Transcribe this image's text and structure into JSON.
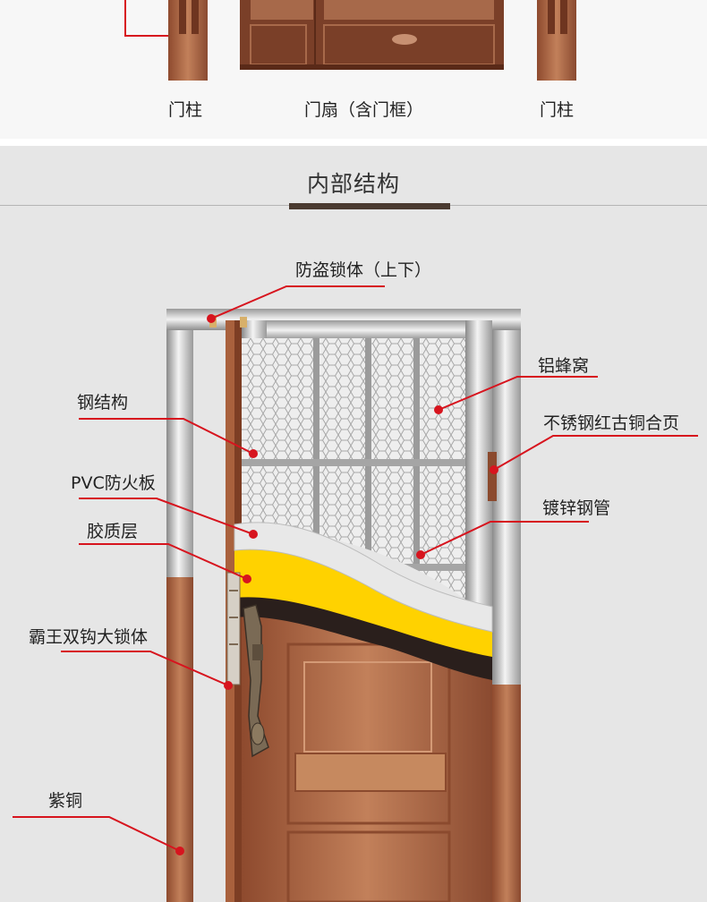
{
  "top_labels": {
    "left_post": "门柱",
    "door_leaf": "门扇（含门框）",
    "right_post": "门柱"
  },
  "section_title": "内部结构",
  "callouts": {
    "lock_updown": "防盗锁体（上下）",
    "aluminum_honeycomb": "铝蜂窝",
    "steel_structure": "钢结构",
    "hinge": "不锈钢红古铜合页",
    "pvc_board": "PVC防火板",
    "galvanized_pipe": "镀锌钢管",
    "glue_layer": "胶质层",
    "lock_body": "霸王双钩大锁体",
    "copper": "紫铜"
  },
  "colors": {
    "accent_red": "#d7141e",
    "copper": "#b9744e",
    "foam_yellow": "#ffd200",
    "title_bar": "#4a3a30"
  }
}
